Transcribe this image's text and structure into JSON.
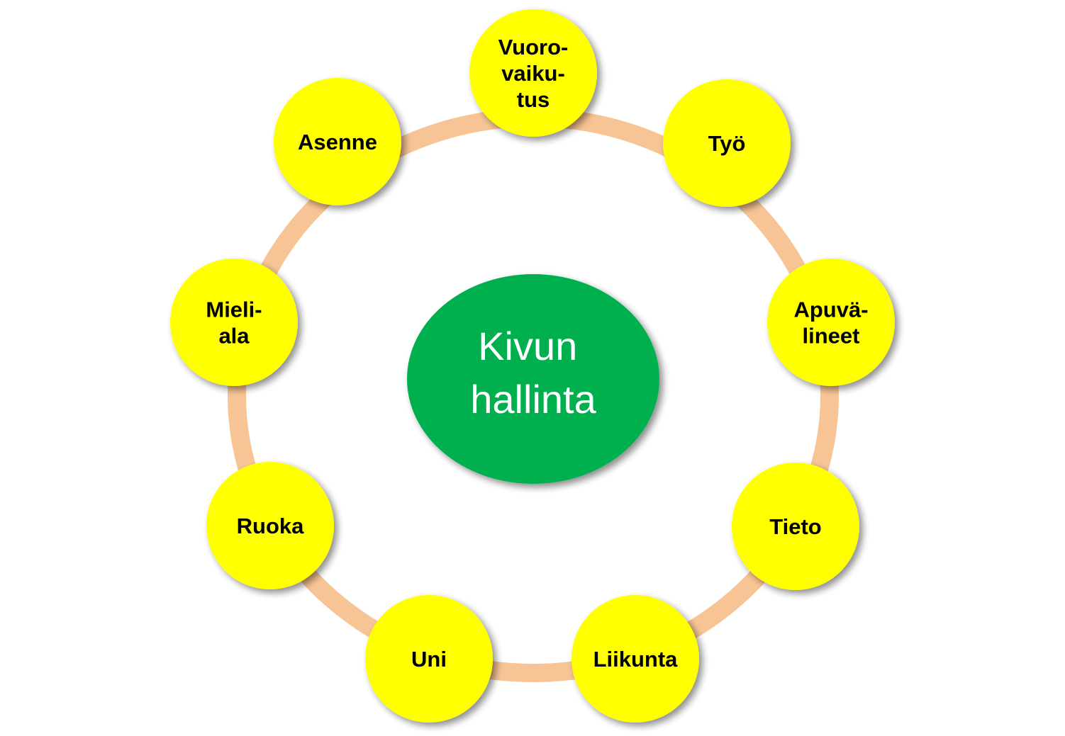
{
  "center": {
    "lines": [
      "Kivun",
      "hallinta"
    ],
    "color": "#00b050"
  },
  "ring_color": "#f7c495",
  "node_color": "#ffff00",
  "nodes": [
    {
      "id": "vuorovaikutus",
      "lines": [
        "Vuoro-",
        "vaiku-",
        "tus"
      ]
    },
    {
      "id": "tyo",
      "lines": [
        "Työ"
      ]
    },
    {
      "id": "apuvalineet",
      "lines": [
        "Apuvä-",
        "lineet"
      ]
    },
    {
      "id": "tieto",
      "lines": [
        "Tieto"
      ]
    },
    {
      "id": "liikunta",
      "lines": [
        "Liikunta"
      ]
    },
    {
      "id": "uni",
      "lines": [
        "Uni"
      ]
    },
    {
      "id": "ruoka",
      "lines": [
        "Ruoka"
      ]
    },
    {
      "id": "mieliala",
      "lines": [
        "Mieli-",
        "ala"
      ]
    },
    {
      "id": "asenne",
      "lines": [
        "Asenne"
      ]
    }
  ]
}
